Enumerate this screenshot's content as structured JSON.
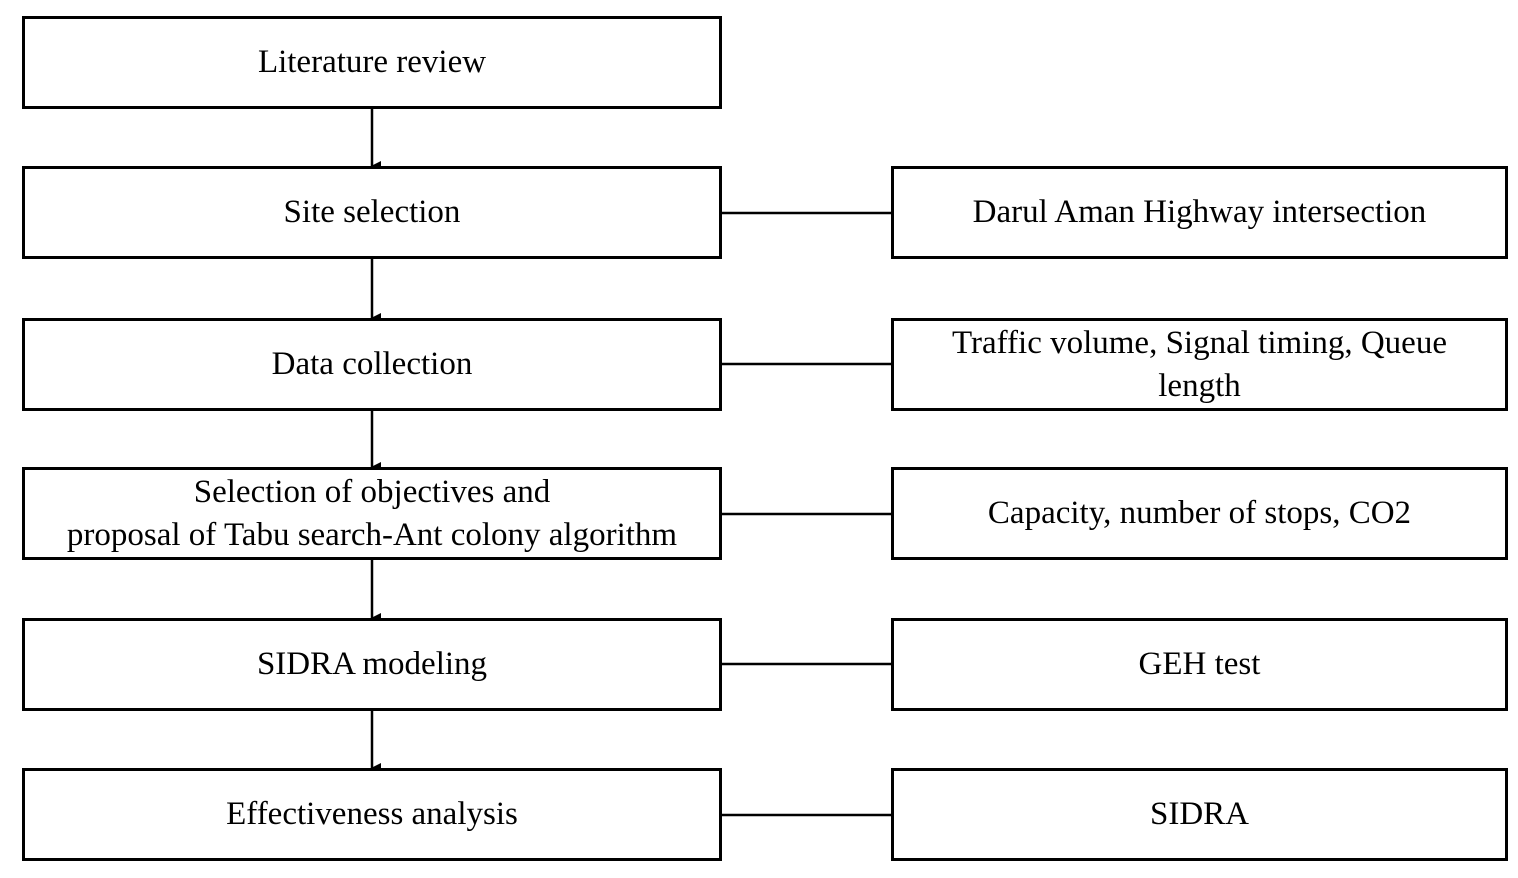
{
  "steps": [
    {
      "label": "Literature review"
    },
    {
      "label": "Site selection"
    },
    {
      "label": "Data collection"
    },
    {
      "label": "Selection of objectives and\nproposal of Tabu search-Ant colony algorithm"
    },
    {
      "label": "SIDRA modeling"
    },
    {
      "label": "Effectiveness analysis"
    }
  ],
  "details": {
    "site_selection": "Darul Aman Highway intersection",
    "data_collection": "Traffic volume, Signal timing, Queue length",
    "objectives": "Capacity, number of stops, CO2",
    "sidra_modeling": "GEH test",
    "effectiveness": "SIDRA"
  }
}
